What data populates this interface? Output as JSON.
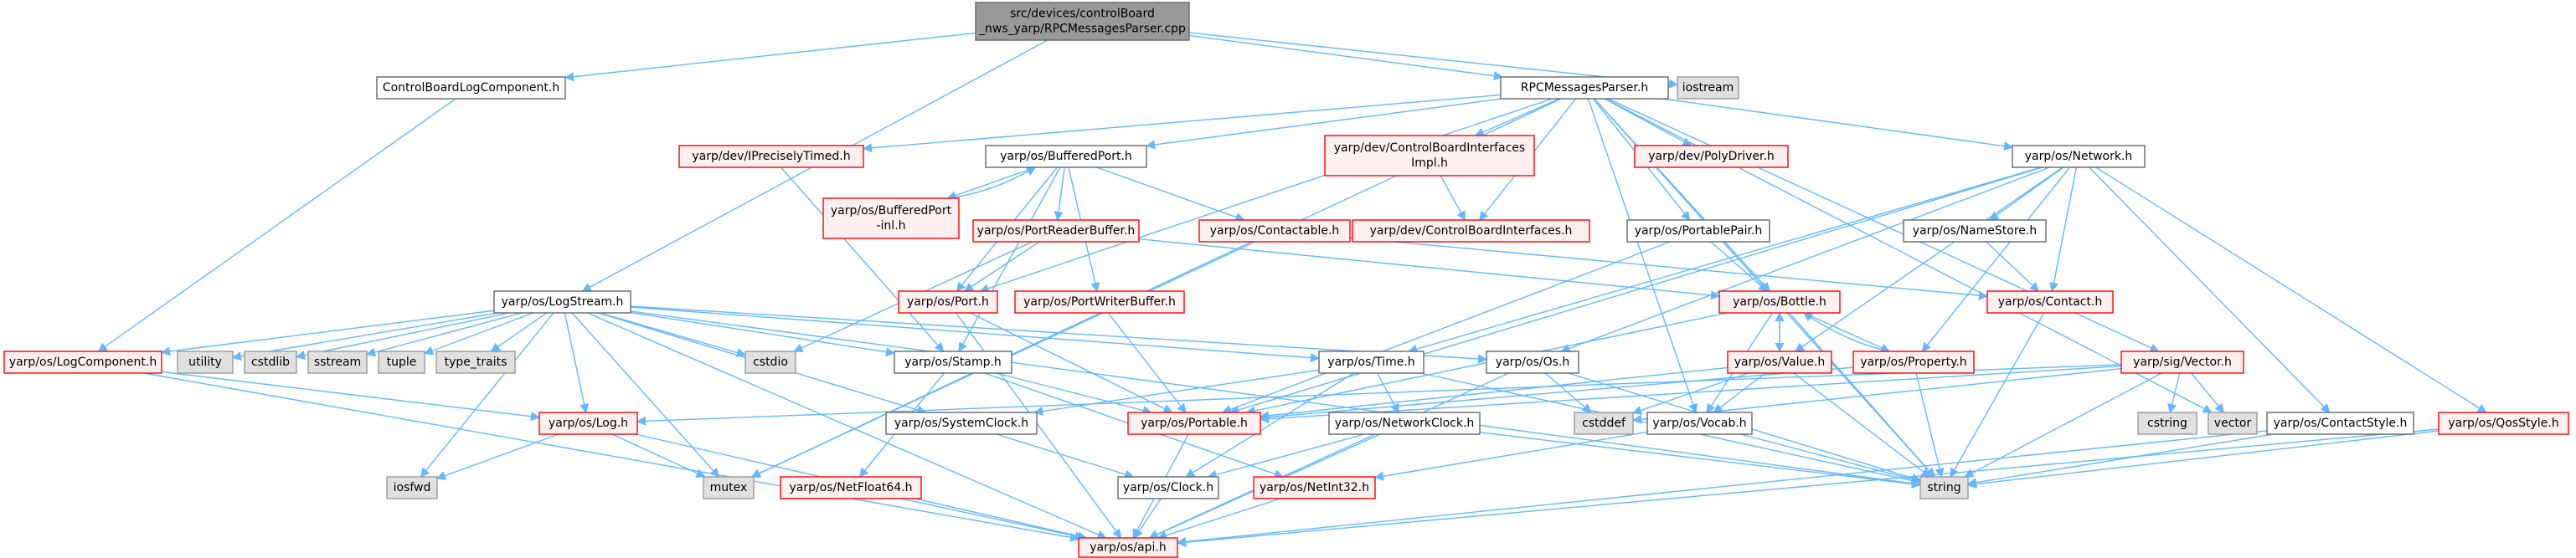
{
  "colors": {
    "edge": "#63b8ff",
    "root_fill": "#999999",
    "root_border": "#666666",
    "normal_fill": "#ffffff",
    "normal_border": "#666666",
    "red_fill": "#fff0f0",
    "red_border": "#ff0000",
    "gray_fill": "#e0e0e0",
    "gray_border": "#999999"
  },
  "graph": {
    "nodes": [
      {
        "id": "root",
        "label": "src/devices/controlBoard\n_nws_yarp/RPCMessagesParser.cpp",
        "style": "root"
      },
      {
        "id": "cblog",
        "label": "ControlBoardLogComponent.h",
        "style": "normal"
      },
      {
        "id": "rpcparser",
        "label": "RPCMessagesParser.h",
        "style": "normal"
      },
      {
        "id": "iostream",
        "label": "iostream",
        "style": "gray"
      },
      {
        "id": "logstream",
        "label": "yarp/os/LogStream.h",
        "style": "normal"
      },
      {
        "id": "ipreciselytimed",
        "label": "yarp/dev/IPreciselyTimed.h",
        "style": "red"
      },
      {
        "id": "bufferedport",
        "label": "yarp/os/BufferedPort.h",
        "style": "normal"
      },
      {
        "id": "cbimpl",
        "label": "yarp/dev/ControlBoardInterfaces\nImpl.h",
        "style": "red"
      },
      {
        "id": "polydriver",
        "label": "yarp/dev/PolyDriver.h",
        "style": "red"
      },
      {
        "id": "network",
        "label": "yarp/os/Network.h",
        "style": "normal"
      },
      {
        "id": "bufportinl",
        "label": "yarp/os/BufferedPort\n-inl.h",
        "style": "red"
      },
      {
        "id": "portreaderbuffer",
        "label": "yarp/os/PortReaderBuffer.h",
        "style": "red"
      },
      {
        "id": "contactable",
        "label": "yarp/os/Contactable.h",
        "style": "red"
      },
      {
        "id": "cbinterfaces",
        "label": "yarp/dev/ControlBoardInterfaces.h",
        "style": "red"
      },
      {
        "id": "portablepair",
        "label": "yarp/os/PortablePair.h",
        "style": "normal"
      },
      {
        "id": "namestore",
        "label": "yarp/os/NameStore.h",
        "style": "normal"
      },
      {
        "id": "port",
        "label": "yarp/os/Port.h",
        "style": "red"
      },
      {
        "id": "portwriterbuffer",
        "label": "yarp/os/PortWriterBuffer.h",
        "style": "red"
      },
      {
        "id": "bottle",
        "label": "yarp/os/Bottle.h",
        "style": "red"
      },
      {
        "id": "contact",
        "label": "yarp/os/Contact.h",
        "style": "red"
      },
      {
        "id": "logcomponent",
        "label": "yarp/os/LogComponent.h",
        "style": "red"
      },
      {
        "id": "utility",
        "label": "utility",
        "style": "gray"
      },
      {
        "id": "cstdlib",
        "label": "cstdlib",
        "style": "gray"
      },
      {
        "id": "sstream",
        "label": "sstream",
        "style": "gray"
      },
      {
        "id": "tuple",
        "label": "tuple",
        "style": "gray"
      },
      {
        "id": "type_traits",
        "label": "type_traits",
        "style": "gray"
      },
      {
        "id": "cstdio",
        "label": "cstdio",
        "style": "gray"
      },
      {
        "id": "stamp",
        "label": "yarp/os/Stamp.h",
        "style": "normal"
      },
      {
        "id": "time",
        "label": "yarp/os/Time.h",
        "style": "normal"
      },
      {
        "id": "os",
        "label": "yarp/os/Os.h",
        "style": "normal"
      },
      {
        "id": "value",
        "label": "yarp/os/Value.h",
        "style": "red"
      },
      {
        "id": "property",
        "label": "yarp/os/Property.h",
        "style": "red"
      },
      {
        "id": "vector_h",
        "label": "yarp/sig/Vector.h",
        "style": "red"
      },
      {
        "id": "log",
        "label": "yarp/os/Log.h",
        "style": "red"
      },
      {
        "id": "systemclock",
        "label": "yarp/os/SystemClock.h",
        "style": "normal"
      },
      {
        "id": "portable",
        "label": "yarp/os/Portable.h",
        "style": "red"
      },
      {
        "id": "networkclock",
        "label": "yarp/os/NetworkClock.h",
        "style": "normal"
      },
      {
        "id": "cstddef",
        "label": "cstddef",
        "style": "gray"
      },
      {
        "id": "vocab",
        "label": "yarp/os/Vocab.h",
        "style": "normal"
      },
      {
        "id": "cstring",
        "label": "cstring",
        "style": "gray"
      },
      {
        "id": "vector",
        "label": "vector",
        "style": "gray"
      },
      {
        "id": "contactstyle",
        "label": "yarp/os/ContactStyle.h",
        "style": "normal"
      },
      {
        "id": "qosstyle",
        "label": "yarp/os/QosStyle.h",
        "style": "red"
      },
      {
        "id": "iosfwd",
        "label": "iosfwd",
        "style": "gray"
      },
      {
        "id": "mutex",
        "label": "mutex",
        "style": "gray"
      },
      {
        "id": "netfloat64",
        "label": "yarp/os/NetFloat64.h",
        "style": "red"
      },
      {
        "id": "clock",
        "label": "yarp/os/Clock.h",
        "style": "normal"
      },
      {
        "id": "netint32",
        "label": "yarp/os/NetInt32.h",
        "style": "red"
      },
      {
        "id": "string",
        "label": "string",
        "style": "gray"
      },
      {
        "id": "api",
        "label": "yarp/os/api.h",
        "style": "red"
      }
    ],
    "edges": [
      [
        "root",
        "cblog"
      ],
      [
        "root",
        "rpcparser"
      ],
      [
        "root",
        "iostream"
      ],
      [
        "root",
        "logstream"
      ],
      [
        "cblog",
        "logcomponent"
      ],
      [
        "rpcparser",
        "ipreciselytimed"
      ],
      [
        "rpcparser",
        "bufferedport"
      ],
      [
        "rpcparser",
        "cbimpl"
      ],
      [
        "rpcparser",
        "polydriver"
      ],
      [
        "rpcparser",
        "network"
      ],
      [
        "rpcparser",
        "cbinterfaces"
      ],
      [
        "rpcparser",
        "portablepair"
      ],
      [
        "rpcparser",
        "port"
      ],
      [
        "rpcparser",
        "bottle"
      ],
      [
        "rpcparser",
        "vocab"
      ],
      [
        "rpcparser",
        "vector_h"
      ],
      [
        "rpcparser",
        "vector"
      ],
      [
        "rpcparser",
        "string"
      ],
      [
        "rpcparser",
        "mutex"
      ],
      [
        "ipreciselytimed",
        "stamp"
      ],
      [
        "bufferedport",
        "bufportinl"
      ],
      [
        "bufferedport",
        "portreaderbuffer"
      ],
      [
        "bufferedport",
        "contactable"
      ],
      [
        "bufferedport",
        "portwriterbuffer"
      ],
      [
        "bufferedport",
        "port"
      ],
      [
        "bufferedport",
        "stamp"
      ],
      [
        "bufportinl",
        "bufferedport"
      ],
      [
        "cbimpl",
        "cbinterfaces"
      ],
      [
        "network",
        "namestore"
      ],
      [
        "network",
        "contact"
      ],
      [
        "network",
        "portable"
      ],
      [
        "network",
        "value"
      ],
      [
        "network",
        "property"
      ],
      [
        "network",
        "time"
      ],
      [
        "network",
        "contactstyle"
      ],
      [
        "network",
        "qosstyle"
      ],
      [
        "network",
        "os"
      ],
      [
        "portreaderbuffer",
        "port"
      ],
      [
        "portreaderbuffer",
        "bottle"
      ],
      [
        "portreaderbuffer",
        "cstdio"
      ],
      [
        "contactable",
        "contact"
      ],
      [
        "contactable",
        "mutex"
      ],
      [
        "portablepair",
        "bottle"
      ],
      [
        "portablepair",
        "portable"
      ],
      [
        "namestore",
        "contact"
      ],
      [
        "port",
        "portable"
      ],
      [
        "port",
        "api"
      ],
      [
        "portwriterbuffer",
        "portable"
      ],
      [
        "bottle",
        "value"
      ],
      [
        "bottle",
        "property"
      ],
      [
        "bottle",
        "vocab"
      ],
      [
        "bottle",
        "portable"
      ],
      [
        "bottle",
        "string"
      ],
      [
        "contact",
        "string"
      ],
      [
        "logstream",
        "logcomponent"
      ],
      [
        "logstream",
        "utility"
      ],
      [
        "logstream",
        "cstdlib"
      ],
      [
        "logstream",
        "sstream"
      ],
      [
        "logstream",
        "tuple"
      ],
      [
        "logstream",
        "type_traits"
      ],
      [
        "logstream",
        "cstdio"
      ],
      [
        "logstream",
        "stamp"
      ],
      [
        "logstream",
        "time"
      ],
      [
        "logstream",
        "os"
      ],
      [
        "logstream",
        "systemclock"
      ],
      [
        "logstream",
        "log"
      ],
      [
        "logstream",
        "iosfwd"
      ],
      [
        "logstream",
        "mutex"
      ],
      [
        "logstream",
        "api"
      ],
      [
        "logstream",
        "string"
      ],
      [
        "logcomponent",
        "log"
      ],
      [
        "logcomponent",
        "api"
      ],
      [
        "stamp",
        "portable"
      ],
      [
        "stamp",
        "netfloat64"
      ],
      [
        "stamp",
        "netint32"
      ],
      [
        "time",
        "systemclock"
      ],
      [
        "time",
        "networkclock"
      ],
      [
        "time",
        "clock"
      ],
      [
        "time",
        "string"
      ],
      [
        "os",
        "cstddef"
      ],
      [
        "os",
        "string"
      ],
      [
        "os",
        "api"
      ],
      [
        "value",
        "vocab"
      ],
      [
        "value",
        "cstddef"
      ],
      [
        "value",
        "portable"
      ],
      [
        "value",
        "string"
      ],
      [
        "value",
        "bottle"
      ],
      [
        "property",
        "portable"
      ],
      [
        "property",
        "string"
      ],
      [
        "property",
        "bottle"
      ],
      [
        "vector_h",
        "portable"
      ],
      [
        "vector_h",
        "cstring"
      ],
      [
        "vector_h",
        "vector"
      ],
      [
        "vector_h",
        "string"
      ],
      [
        "vector_h",
        "cstddef"
      ],
      [
        "vector_h",
        "log"
      ],
      [
        "log",
        "iosfwd"
      ],
      [
        "log",
        "mutex"
      ],
      [
        "log",
        "api"
      ],
      [
        "systemclock",
        "clock"
      ],
      [
        "portable",
        "api"
      ],
      [
        "networkclock",
        "clock"
      ],
      [
        "networkclock",
        "string"
      ],
      [
        "networkclock",
        "api"
      ],
      [
        "vocab",
        "string"
      ],
      [
        "vocab",
        "netint32"
      ],
      [
        "contactstyle",
        "string"
      ],
      [
        "contactstyle",
        "api"
      ],
      [
        "qosstyle",
        "string"
      ],
      [
        "qosstyle",
        "api"
      ],
      [
        "netfloat64",
        "api"
      ],
      [
        "clock",
        "api"
      ],
      [
        "netint32",
        "api"
      ]
    ]
  }
}
